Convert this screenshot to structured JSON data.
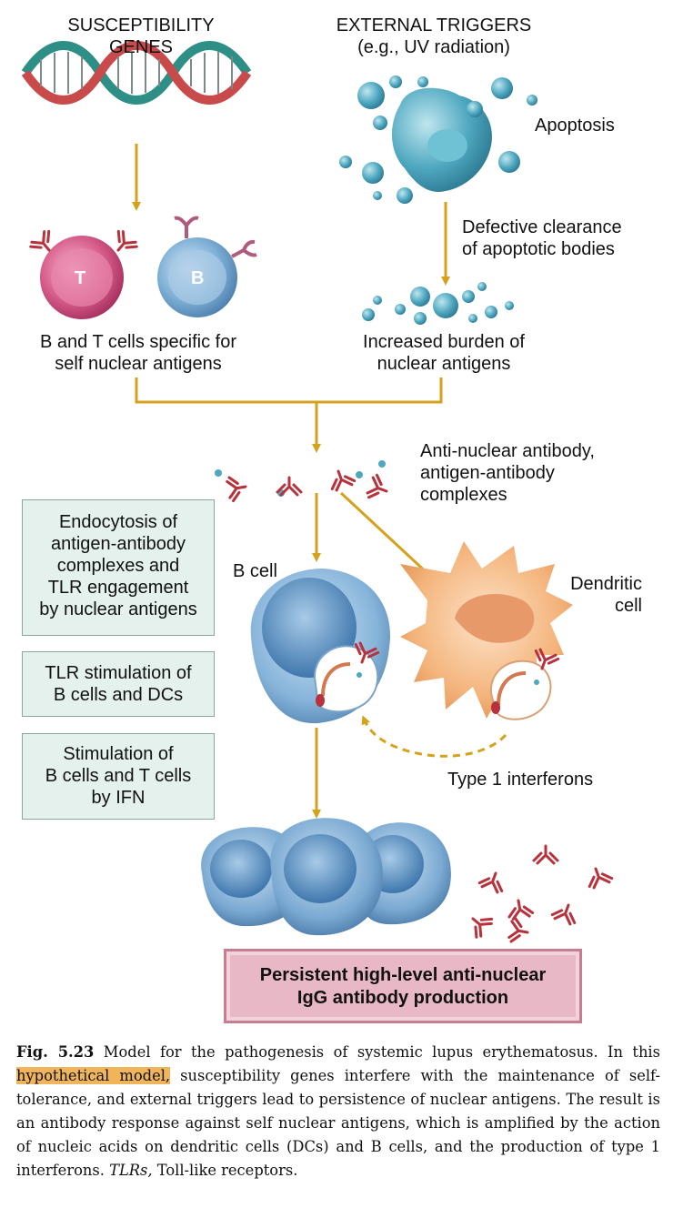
{
  "labels": {
    "susceptibility_genes": [
      "SUSCEPTIBILITY",
      "GENES"
    ],
    "external_triggers": [
      "EXTERNAL TRIGGERS",
      "(e.g., UV radiation)"
    ],
    "apoptosis": "Apoptosis",
    "defective_clearance": [
      "Defective clearance",
      "of apoptotic bodies"
    ],
    "t_letter": "T",
    "b_letter": "B",
    "bt_cells": [
      "B and T cells specific for",
      "self nuclear antigens"
    ],
    "increased_burden": [
      "Increased burden of",
      "nuclear antigens"
    ],
    "complexes": [
      "Anti-nuclear antibody,",
      "antigen-antibody",
      "complexes"
    ],
    "b_cell": "B cell",
    "dendritic_cell": [
      "Dendritic",
      "cell"
    ],
    "type1_ifn": "Type 1 interferons"
  },
  "side_boxes": [
    [
      "Endocytosis of",
      "antigen-antibody",
      "complexes and",
      "TLR engagement",
      "by nuclear antigens"
    ],
    [
      "TLR stimulation of",
      "B cells and DCs"
    ],
    [
      "Stimulation of",
      "B cells and T cells",
      "by IFN"
    ]
  ],
  "final_box": [
    "Persistent high-level anti-nuclear",
    "IgG antibody production"
  ],
  "caption": {
    "fig_number": "Fig. 5.23",
    "part1": " Model for the pathogenesis of systemic lupus erythematosus. In this ",
    "highlight": "hypothetical model,",
    "part2": " susceptibility genes interfere with the maintenance of self-tolerance, and external triggers lead to persistence of nuclear antigens. The result is an antibody response against self nuclear antigens, which is amplified by the action of nucleic acids on dendritic cells (DCs) and B cells, and the production of type 1 interferons. ",
    "tlrs_italic": "TLRs,",
    "part3": " Toll-like receptors."
  },
  "colors": {
    "arrow": "#d4a21c",
    "t_cell": "#d65c8a",
    "b_cell": "#7fb0d6",
    "dendritic": "#f2b47e",
    "antibody": "#b8323c",
    "apoptotic": "#4fa8c0",
    "side_box": "#e4f1ec",
    "final_box": "#e9b8c6",
    "highlight": "#f0b55a"
  }
}
